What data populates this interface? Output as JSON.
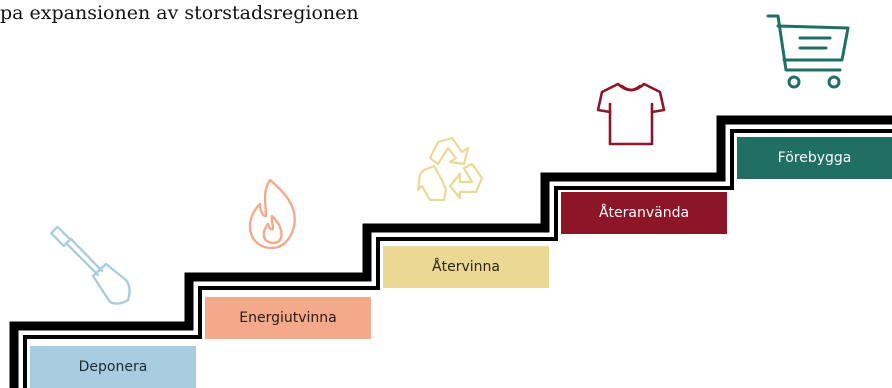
{
  "title": "pa expansionen av storstadsregionen",
  "steps": [
    {
      "label": "Deponera",
      "color": "#a9cde0",
      "text_color": "#1c2a33",
      "icon": "shovel-icon",
      "icon_color": "#a9cde0"
    },
    {
      "label": "Energiutvinna",
      "color": "#f4a98a",
      "text_color": "#2a1a12",
      "icon": "flame-icon",
      "icon_color": "#f4a98a"
    },
    {
      "label": "Återvinna",
      "color": "#ead894",
      "text_color": "#2b2612",
      "icon": "recycle-icon",
      "icon_color": "#ead894"
    },
    {
      "label": "Återanvända",
      "color": "#8c1628",
      "text_color": "#ffffff",
      "icon": "tshirt-icon",
      "icon_color": "#8c1628"
    },
    {
      "label": "Förebygga",
      "color": "#1f6f63",
      "text_color": "#ffffff",
      "icon": "shopping-cart-icon",
      "icon_color": "#1f6f63"
    }
  ]
}
